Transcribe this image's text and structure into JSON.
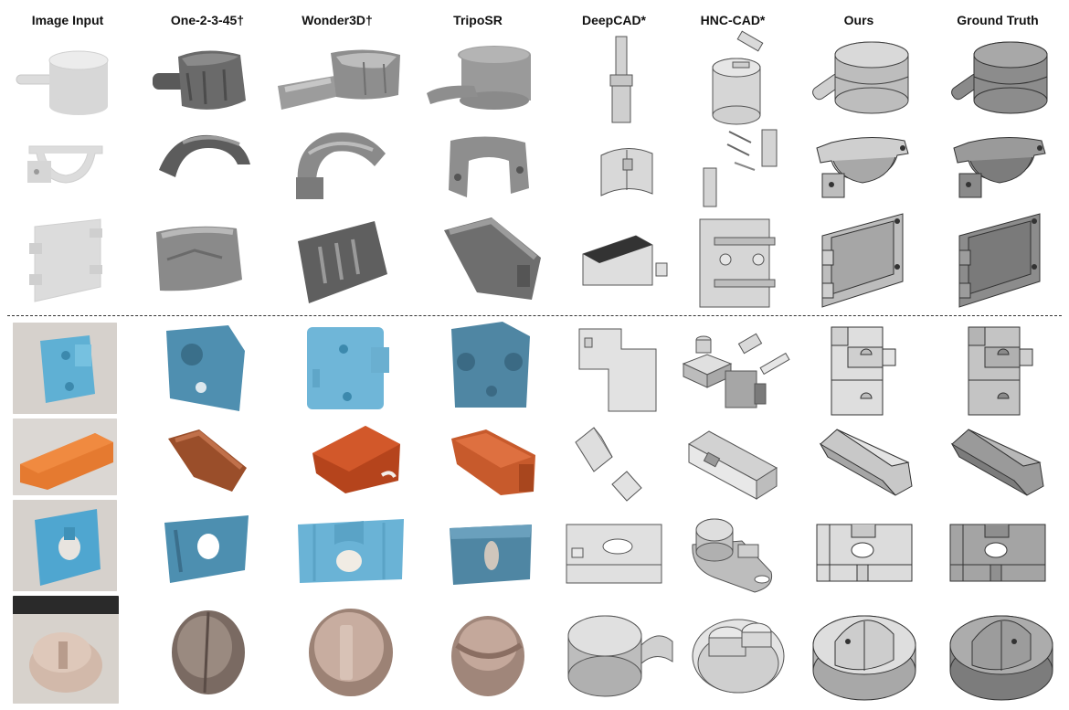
{
  "figure": {
    "columns": [
      {
        "key": "input",
        "label": "Image Input"
      },
      {
        "key": "one2345",
        "label": "One-2-3-45†"
      },
      {
        "key": "wonder3d",
        "label": "Wonder3D†"
      },
      {
        "key": "triposr",
        "label": "TripoSR"
      },
      {
        "key": "deepcad",
        "label": "DeepCAD*"
      },
      {
        "key": "hnccad",
        "label": "HNC-CAD*"
      },
      {
        "key": "ours",
        "label": "Ours"
      },
      {
        "key": "gt",
        "label": "Ground Truth"
      }
    ],
    "rows": [
      {
        "key": "r1",
        "kind": "synthetic",
        "object": "cylinder-with-pin"
      },
      {
        "key": "r2",
        "kind": "synthetic",
        "object": "pipe-clamp"
      },
      {
        "key": "r3",
        "kind": "synthetic",
        "object": "bracket-plate"
      },
      {
        "key": "r4",
        "kind": "real",
        "object": "blue-block"
      },
      {
        "key": "r5",
        "kind": "real",
        "object": "orange-wedge"
      },
      {
        "key": "r6",
        "kind": "real",
        "object": "blue-plate-hole"
      },
      {
        "key": "r7",
        "kind": "real",
        "object": "beige-knob"
      }
    ],
    "colors": {
      "cad_gray": "#bdbdbd",
      "cad_light": "#e6e6e6",
      "cad_dark": "#7a7a7a",
      "mesh_dark": "#6a6a6a",
      "real_blue": "#6fb8d6",
      "real_orange": "#d9672a",
      "real_beige": "#cdb6a8"
    }
  }
}
